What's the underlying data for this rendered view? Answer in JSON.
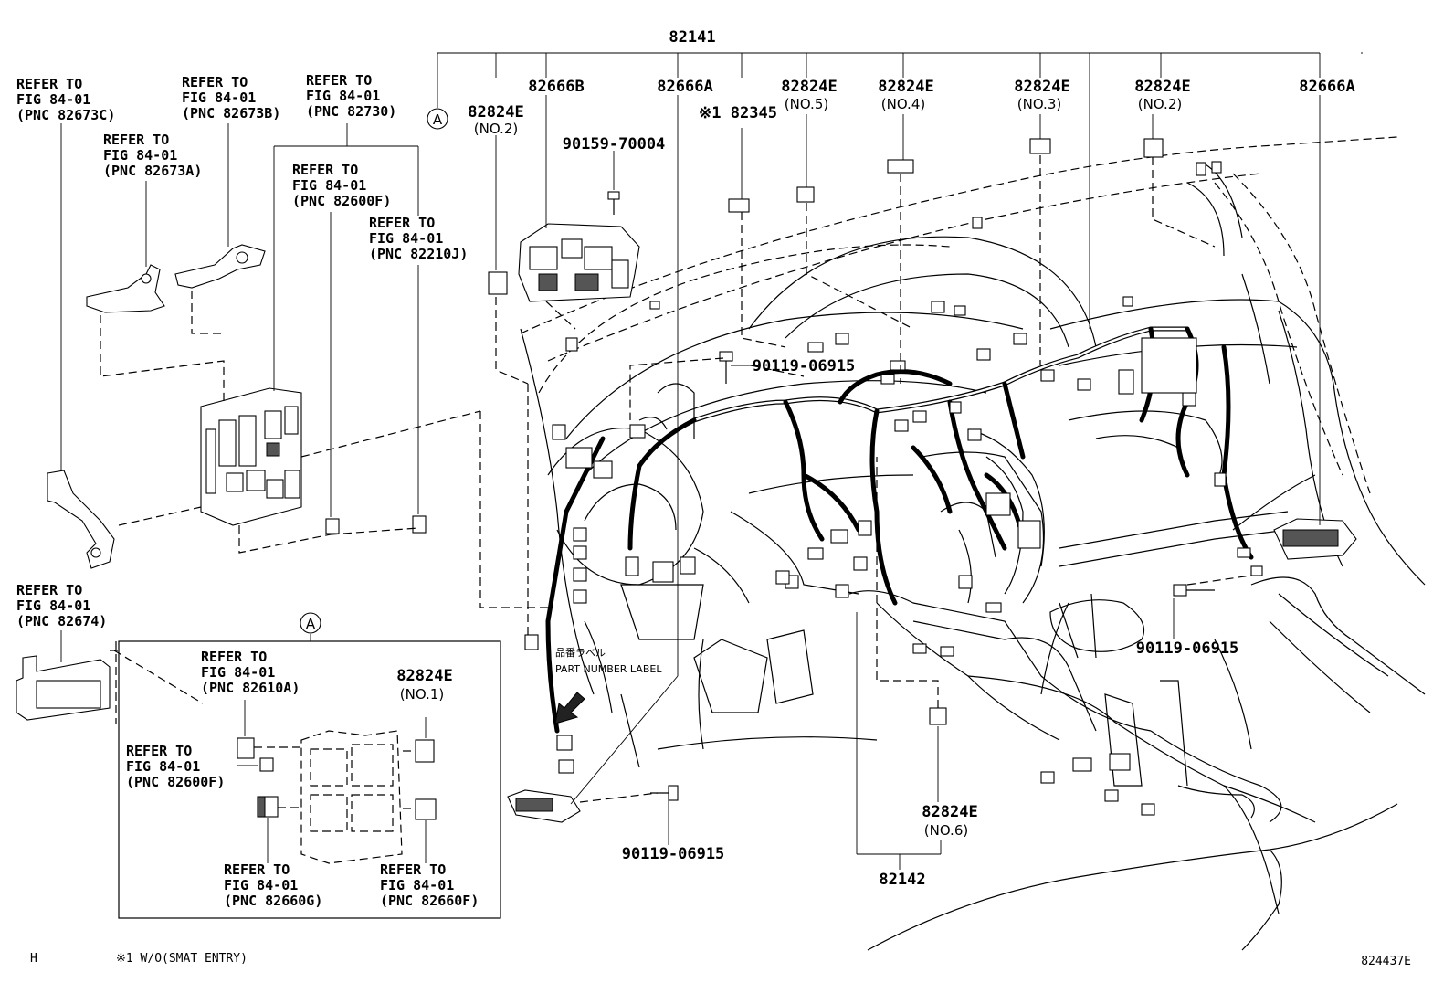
{
  "labels": {
    "l82141": "82141",
    "l82142": "82142",
    "l82666b": "82666B",
    "l82666a_1": "82666A",
    "l82666a_2": "82666A",
    "l82824e_n2a": "82824E",
    "n2a": "(NO.2)",
    "l82824e_n5": "82824E",
    "n5": "(NO.5)",
    "l82824e_n4": "82824E",
    "n4": "(NO.4)",
    "l82824e_n3": "82824E",
    "n3": "(NO.3)",
    "l82824e_n2b": "82824E",
    "n2b": "(NO.2)",
    "l82824e_n6": "82824E",
    "n6": "(NO.6)",
    "l82824e_n1": "82824E",
    "n1": "(NO.1)",
    "l82345": "※1 82345",
    "l90159": "90159-70004",
    "l90119_a": "90119-06915",
    "l90119_b": "90119-06915",
    "l90119_c": "90119-06915",
    "callout_a1": "A",
    "callout_a2": "A",
    "pn_jp": "品番ラベル",
    "pn_en": "PART NUMBER LABEL"
  },
  "refs": {
    "r82673c": [
      "REFER TO",
      "FIG 84-01",
      "(PNC 82673C)"
    ],
    "r82673b": [
      "REFER TO",
      "FIG 84-01",
      "(PNC 82673B)"
    ],
    "r82730": [
      "REFER TO",
      "FIG 84-01",
      "(PNC 82730)"
    ],
    "r82673a": [
      "REFER TO",
      "FIG 84-01",
      "(PNC 82673A)"
    ],
    "r82600f_top": [
      "REFER TO",
      "FIG 84-01",
      "(PNC 82600F)"
    ],
    "r82210j": [
      "REFER TO",
      "FIG 84-01",
      "(PNC 82210J)"
    ],
    "r82674": [
      "REFER TO",
      "FIG 84-01",
      "(PNC 82674)"
    ],
    "r82610a": [
      "REFER TO",
      "FIG 84-01",
      "(PNC 82610A)"
    ],
    "r82600f_in": [
      "REFER TO",
      "FIG 84-01",
      "(PNC 82600F)"
    ],
    "r82660g": [
      "REFER TO",
      "FIG 84-01",
      "(PNC 82660G)"
    ],
    "r82660f": [
      "REFER TO",
      "FIG 84-01",
      "(PNC 82660F)"
    ]
  },
  "footer": {
    "left": "H",
    "note": "※1 W/O(SMAT ENTRY)",
    "code": "824437E"
  }
}
